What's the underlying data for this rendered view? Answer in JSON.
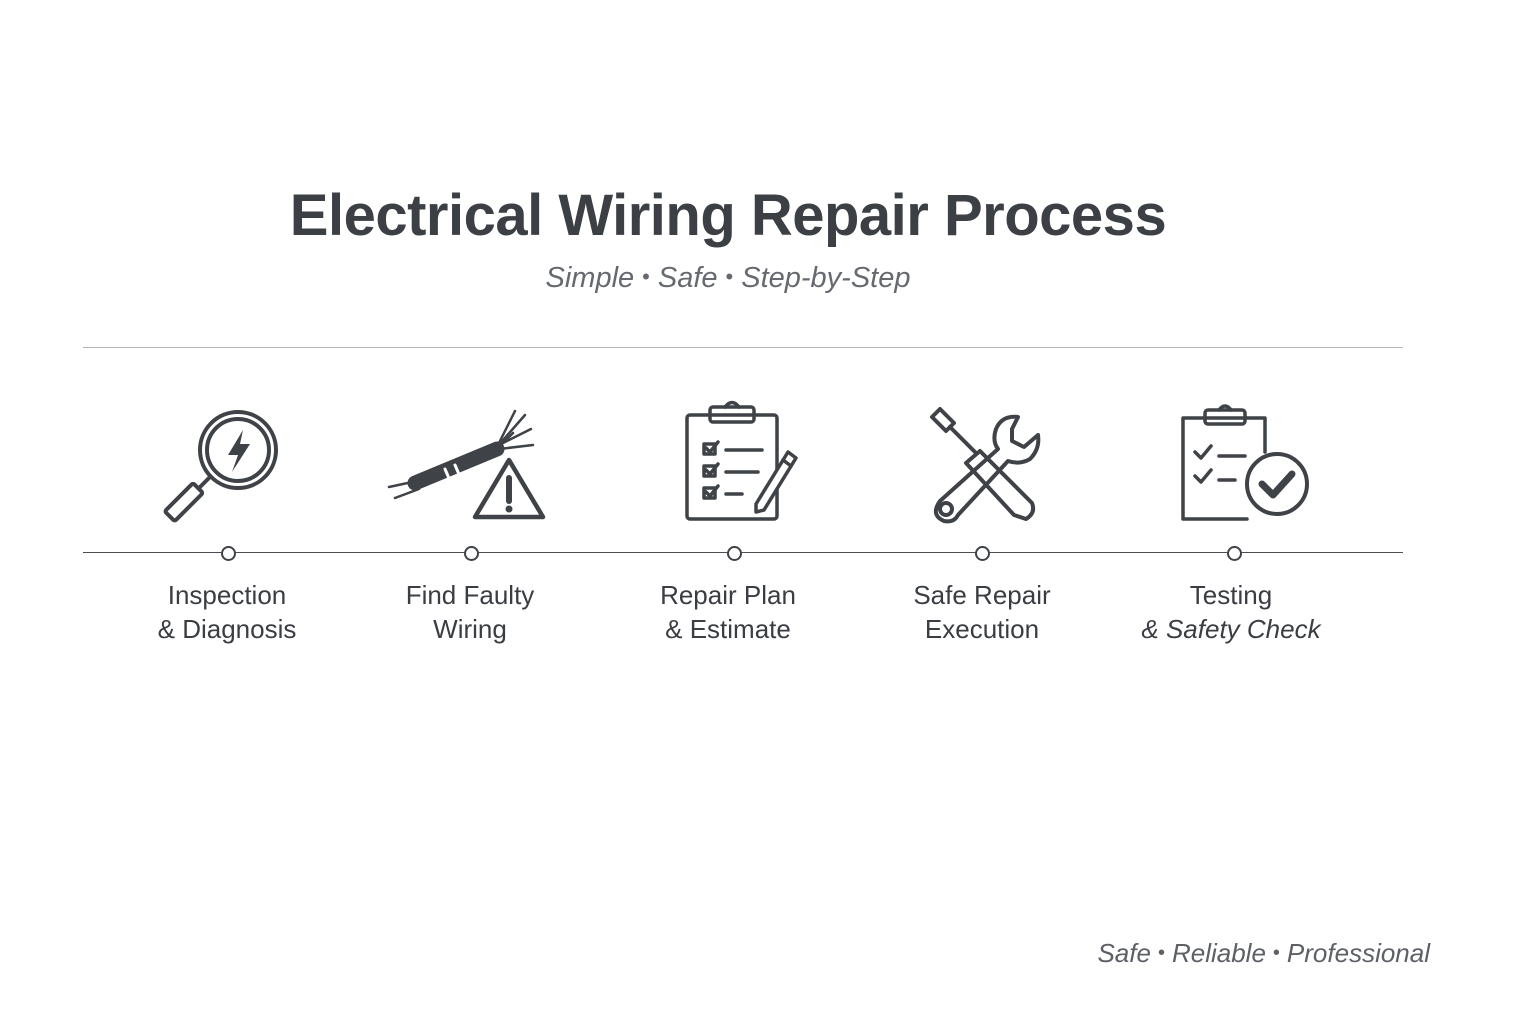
{
  "header": {
    "title": "Electrical Wiring Repair Process",
    "subtitle_parts": [
      "Simple",
      "Safe",
      "Step-by-Step"
    ],
    "separator": "•"
  },
  "steps": [
    {
      "line1": "Inspection",
      "line2": "& Diagnosis",
      "icon": "magnifier-lightning-icon"
    },
    {
      "line1": "Find Faulty",
      "line2": "Wiring",
      "icon": "frayed-wire-warning-icon"
    },
    {
      "line1": "Repair Plan",
      "line2": "& Estimate",
      "icon": "clipboard-pencil-icon"
    },
    {
      "line1": "Safe Repair",
      "line2": "Execution",
      "icon": "wrench-screwdriver-icon"
    },
    {
      "line1": "Testing",
      "line2": "& Safety Check",
      "icon": "clipboard-check-icon"
    }
  ],
  "footer": {
    "parts": [
      "Safe",
      "Reliable",
      "Professional"
    ]
  },
  "colors": {
    "ink": "#3f4247",
    "muted": "#666a70",
    "divider": "#b3b5b8"
  }
}
